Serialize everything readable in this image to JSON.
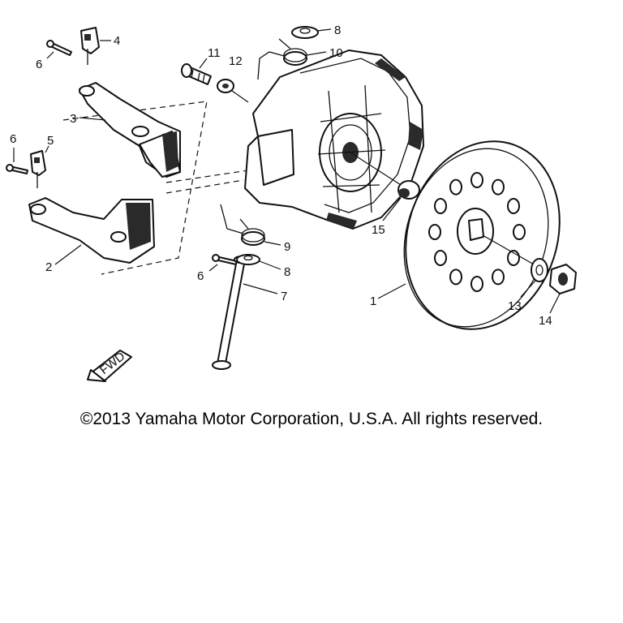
{
  "callouts": {
    "c1": "1",
    "c2": "2",
    "c3": "3",
    "c4": "4",
    "c5": "5",
    "c6a": "6",
    "c6b": "6",
    "c6c": "6",
    "c7": "7",
    "c8a": "8",
    "c8b": "8",
    "c9": "9",
    "c10": "10",
    "c11": "11",
    "c12": "12",
    "c13": "13",
    "c14": "14",
    "c15": "15"
  },
  "fwd_label": "FWD",
  "copyright": "©2013 Yamaha Motor Corporation, U.S.A. All rights reserved.",
  "colors": {
    "ink": "#111111",
    "paper": "#ffffff"
  }
}
